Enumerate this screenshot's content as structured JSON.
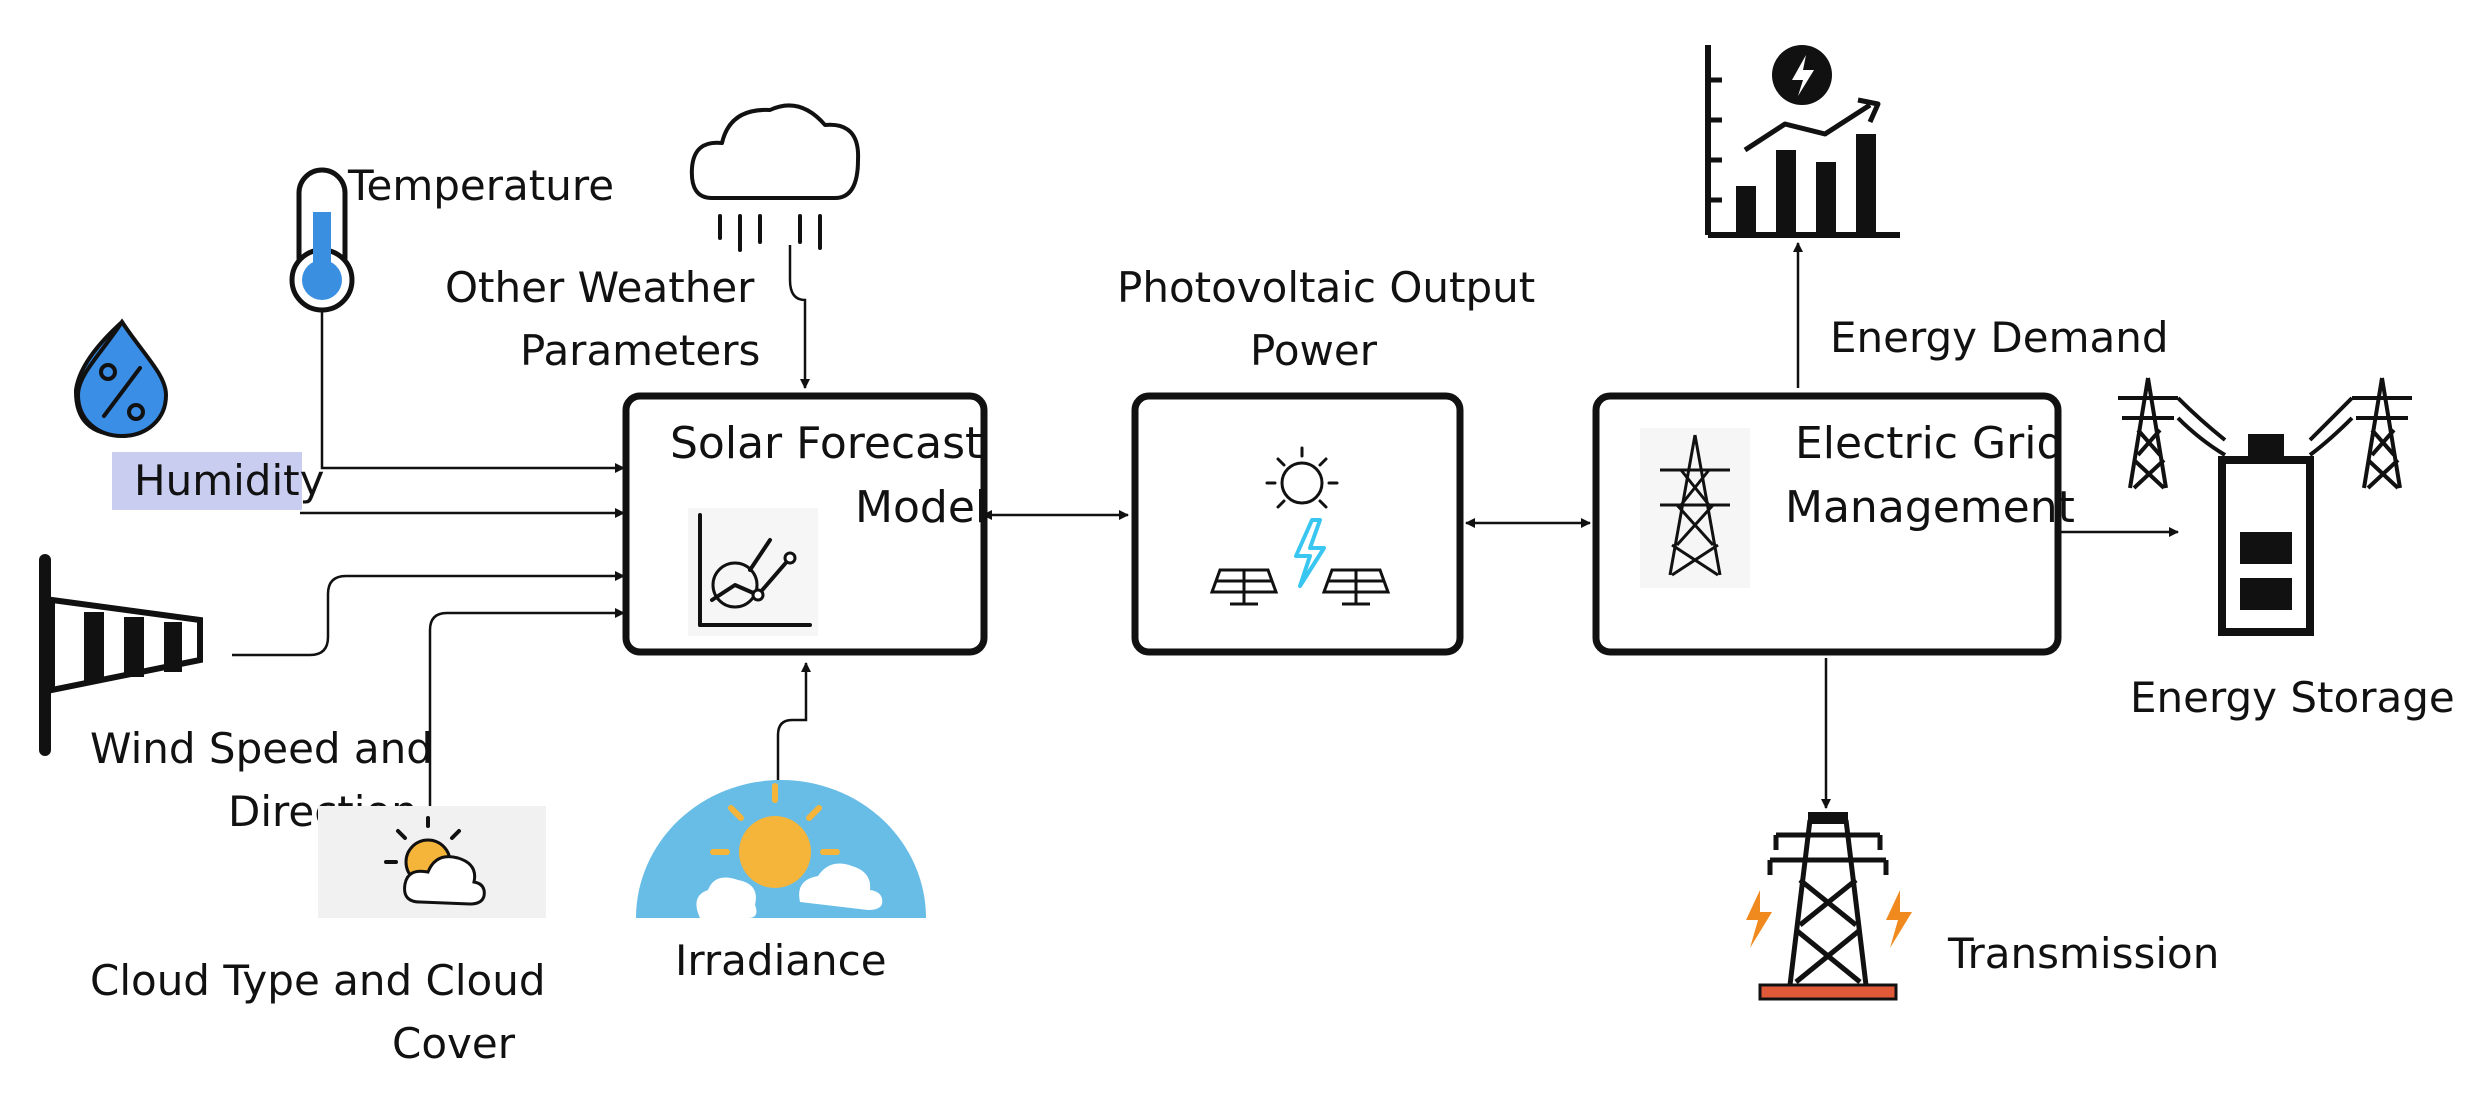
{
  "colors": {
    "ink": "#111111",
    "box_fill": "#ffffff",
    "thermo_fill": "#3b8fe0",
    "drop_fill": "#3a8ee6",
    "humidity_highlight": "#c9cdf0",
    "sun": "#f5b43a",
    "sky": "#67bde6",
    "solar_bolt": "#39c6f0",
    "tower_bolt": "#f08a1f",
    "tower_base": "#e05a3a"
  },
  "inputs": {
    "temperature": {
      "label": "Temperature",
      "icon": "thermometer-icon"
    },
    "other_weather": {
      "label_line1": "Other Weather",
      "label_line2": "Parameters",
      "icon": "rain-cloud-icon"
    },
    "humidity": {
      "label": "Humidity",
      "icon": "humidity-drop-icon"
    },
    "wind": {
      "label_line1": "Wind Speed and",
      "label_line2": "Direction",
      "icon": "windsock-icon"
    },
    "cloud": {
      "label_line1": "Cloud Type and Cloud",
      "label_line2": "Cover",
      "icon": "sun-cloud-icon"
    },
    "irradiance": {
      "label": "Irradiance",
      "icon": "sun-sky-icon"
    }
  },
  "blocks": {
    "model": {
      "label_line1": "Solar Forecast",
      "label_line2": "Model",
      "icon": "forecast-chart-icon"
    },
    "pv": {
      "title_line1": "Photovoltaic Output",
      "title_line2": "Power",
      "icon": "solar-panels-icon"
    },
    "grid": {
      "label_line1": "Electric Grid",
      "label_line2": "Management",
      "icon": "pylon-icon"
    }
  },
  "outputs": {
    "demand": {
      "label": "Energy Demand",
      "icon": "demand-bar-chart-icon"
    },
    "storage": {
      "label": "Energy Storage",
      "icon": "battery-pylons-icon"
    },
    "transmission": {
      "label": "Transmission",
      "icon": "transmission-tower-icon"
    }
  }
}
